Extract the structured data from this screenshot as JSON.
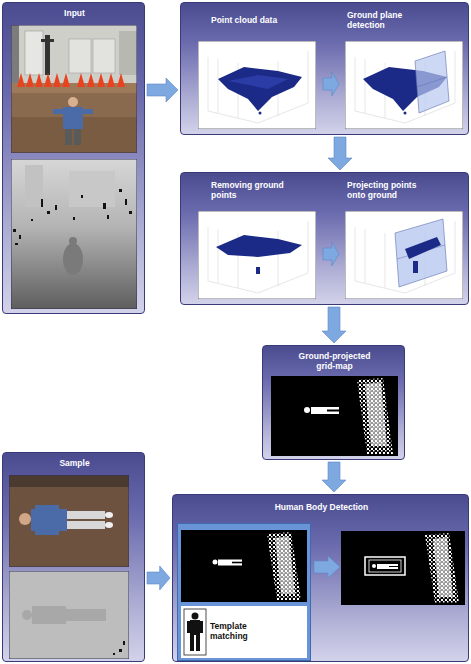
{
  "diagram": {
    "nodes": [
      {
        "text": [
          "Input"
        ]
      },
      {
        "text": []
      },
      {
        "text": [
          "Point cloud data"
        ],
        "in": 1
      },
      {
        "text": [
          "Ground plane detection"
        ],
        "in": 1
      },
      {
        "text": []
      },
      {
        "text": [
          "Removing ground points"
        ],
        "in": 4
      },
      {
        "text": [
          "Projecting points onto ground"
        ],
        "in": 4
      },
      {
        "text": [
          "Ground-projected grid-map"
        ]
      },
      {
        "text": [
          "Sample"
        ]
      },
      {
        "text": [
          "Human Body Detection"
        ]
      },
      {
        "text": [
          "Template matching"
        ],
        "in": 9
      }
    ],
    "edges": [
      {
        "from": 0,
        "to": 1,
        "arrow": "to"
      },
      {
        "from": 2,
        "to": 3,
        "arrow": "to"
      },
      {
        "from": 1,
        "to": 4,
        "arrow": "to"
      },
      {
        "from": 5,
        "to": 6,
        "arrow": "to"
      },
      {
        "from": 4,
        "to": 7,
        "arrow": "to"
      },
      {
        "from": 7,
        "to": 9,
        "arrow": "to"
      },
      {
        "from": 8,
        "to": 9,
        "arrow": "to"
      }
    ]
  }
}
